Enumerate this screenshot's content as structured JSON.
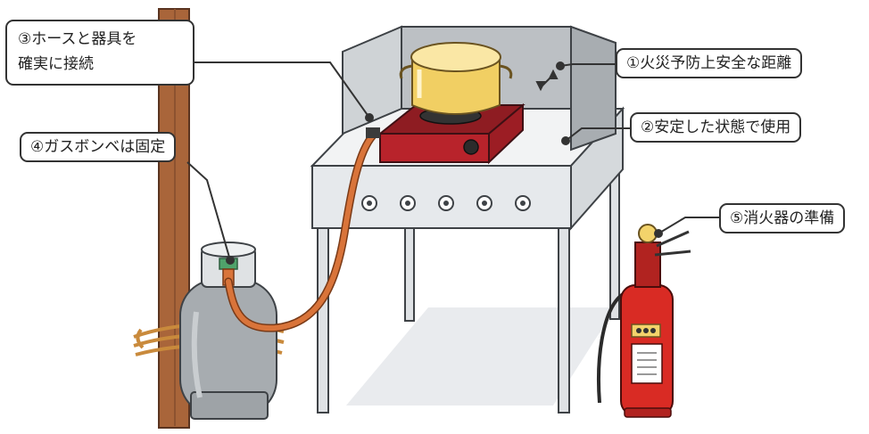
{
  "labels": {
    "hose_line1": "③ホースと器具を",
    "hose_line2": "確実に接続",
    "tank": "④ガスボンベは固定",
    "distance": "①火災予防上安全な距離",
    "stable": "②安定した状態で使用",
    "extinguisher": "⑤消火器の準備"
  },
  "colors": {
    "stand_metal": "#e6e9ec",
    "panel_gray": "#bcc0c4",
    "stove_red": "#b8232b",
    "pot_yellow": "#f1cf63",
    "hose_orange": "#d9743a",
    "tank_gray": "#a7acb0",
    "pole_brown": "#a9653a",
    "extinguisher_red": "#d92b24"
  },
  "icons": {
    "stand_knobs": [
      "knob-icon",
      "knob-icon",
      "knob-icon",
      "knob-icon",
      "knob-icon"
    ],
    "stove_dial": "dial-icon",
    "distance_arrow": "double-arrow-icon"
  }
}
